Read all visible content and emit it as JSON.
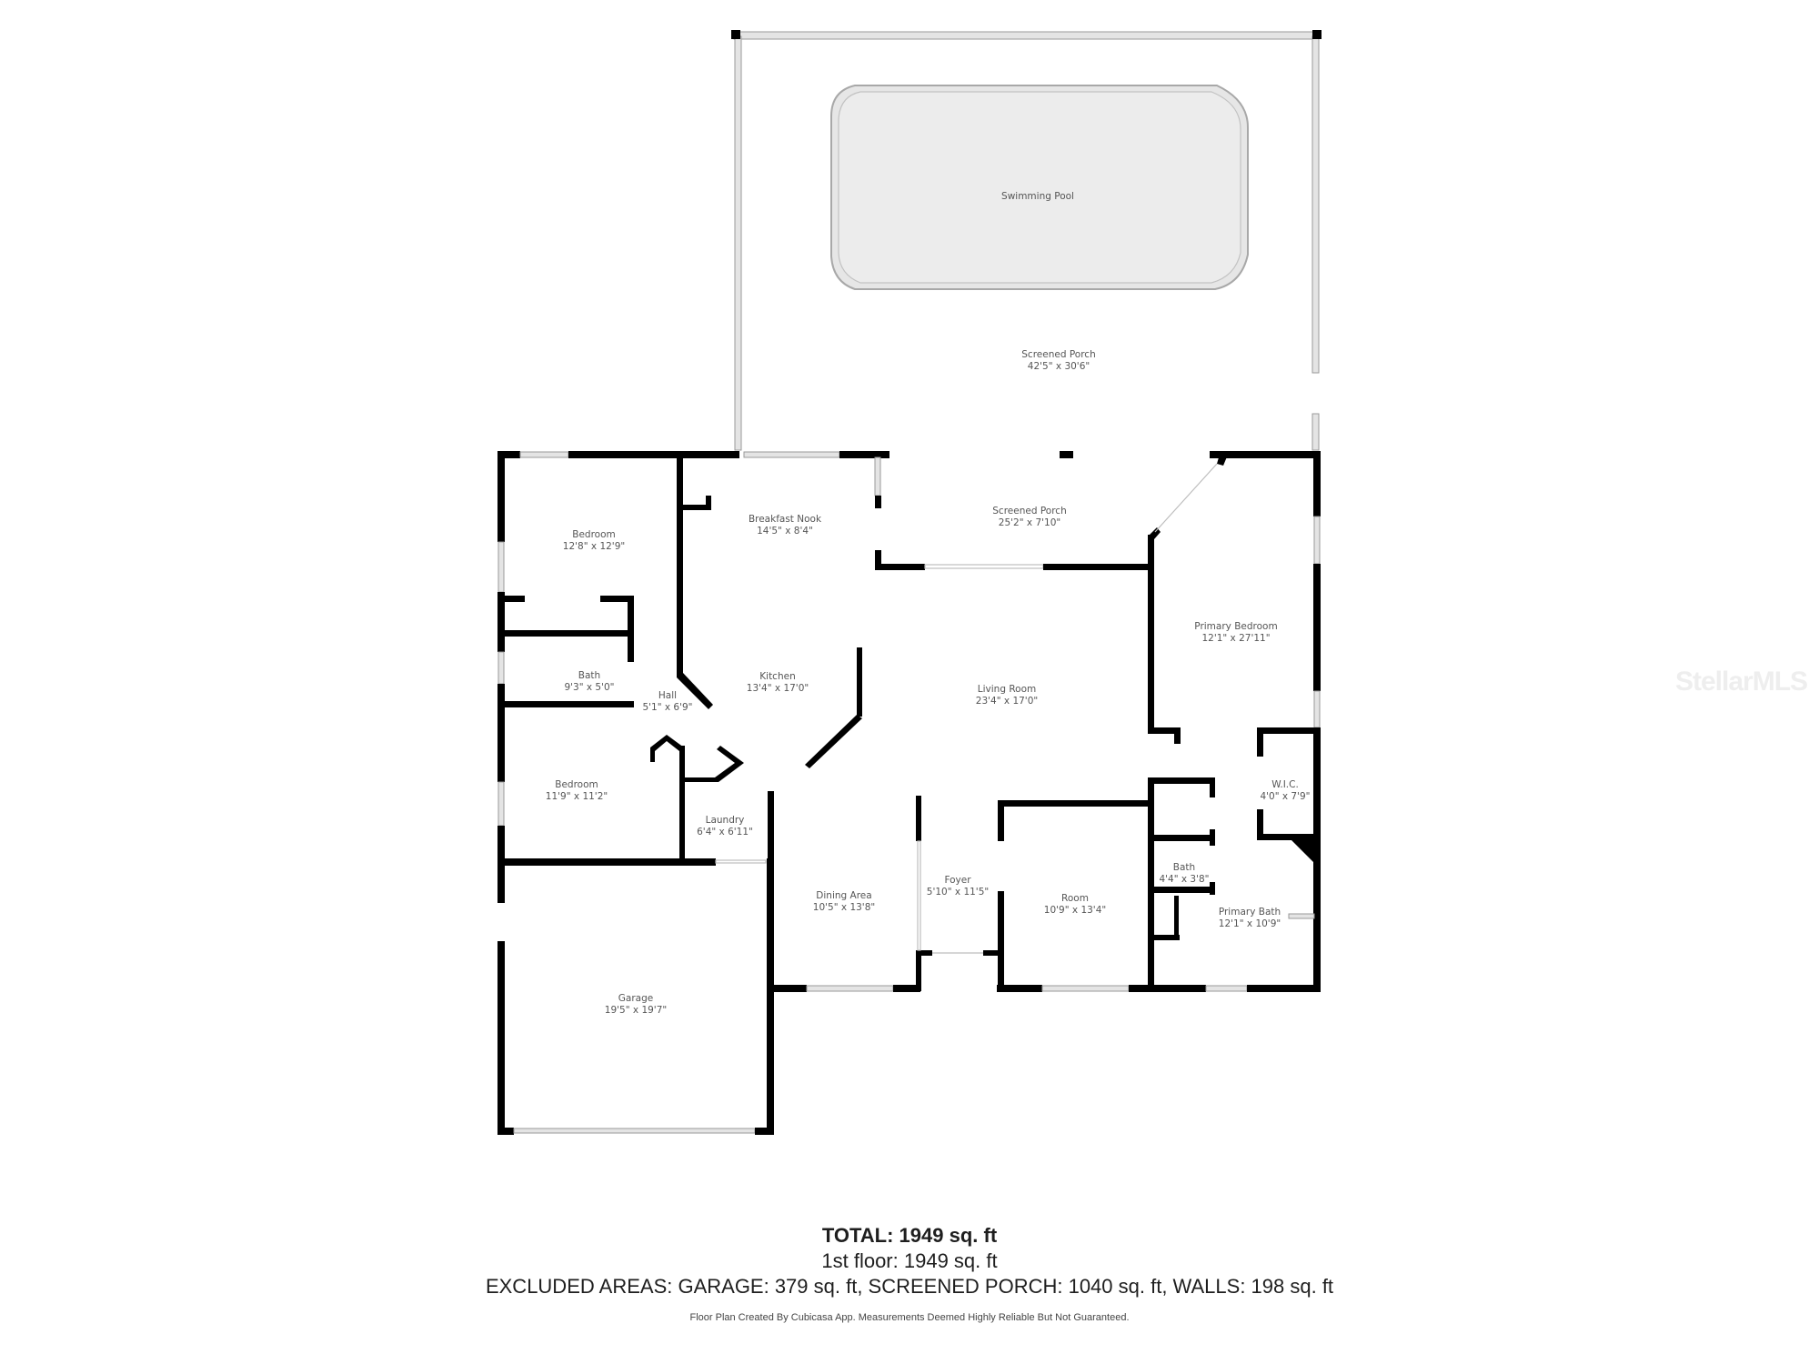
{
  "rooms": {
    "swimming_pool": {
      "name": "Swimming Pool",
      "dims": ""
    },
    "screened_porch_outer": {
      "name": "Screened Porch",
      "dims": "42'5\" x 30'6\""
    },
    "screened_porch_inner": {
      "name": "Screened Porch",
      "dims": "25'2\" x 7'10\""
    },
    "bedroom_1": {
      "name": "Bedroom",
      "dims": "12'8\" x 12'9\""
    },
    "breakfast_nook": {
      "name": "Breakfast Nook",
      "dims": "14'5\" x 8'4\""
    },
    "bath_1": {
      "name": "Bath",
      "dims": "9'3\" x 5'0\""
    },
    "hall": {
      "name": "Hall",
      "dims": "5'1\" x 6'9\""
    },
    "kitchen": {
      "name": "Kitchen",
      "dims": "13'4\" x 17'0\""
    },
    "living_room": {
      "name": "Living Room",
      "dims": "23'4\" x 17'0\""
    },
    "primary_bedroom": {
      "name": "Primary Bedroom",
      "dims": "12'1\" x 27'11\""
    },
    "bedroom_2": {
      "name": "Bedroom",
      "dims": "11'9\" x 11'2\""
    },
    "laundry": {
      "name": "Laundry",
      "dims": "6'4\" x 6'11\""
    },
    "wic": {
      "name": "W.I.C.",
      "dims": "4'0\" x 7'9\""
    },
    "dining_area": {
      "name": "Dining Area",
      "dims": "10'5\" x 13'8\""
    },
    "foyer": {
      "name": "Foyer",
      "dims": "5'10\" x 11'5\""
    },
    "room": {
      "name": "Room",
      "dims": "10'9\" x 13'4\""
    },
    "bath_2": {
      "name": "Bath",
      "dims": "4'4\" x 3'8\""
    },
    "primary_bath": {
      "name": "Primary Bath",
      "dims": "12'1\" x 10'9\""
    },
    "garage": {
      "name": "Garage",
      "dims": "19'5\" x 19'7\""
    }
  },
  "summary": {
    "total": "TOTAL: 1949 sq. ft",
    "floor": "1st floor: 1949 sq. ft",
    "excluded": "EXCLUDED AREAS: GARAGE: 379 sq. ft, SCREENED PORCH: 1040 sq. ft, WALLS: 198 sq. ft",
    "disclaimer": "Floor Plan Created By Cubicasa App. Measurements Deemed Highly Reliable But Not Guaranteed."
  },
  "watermark": "StellarMLS"
}
